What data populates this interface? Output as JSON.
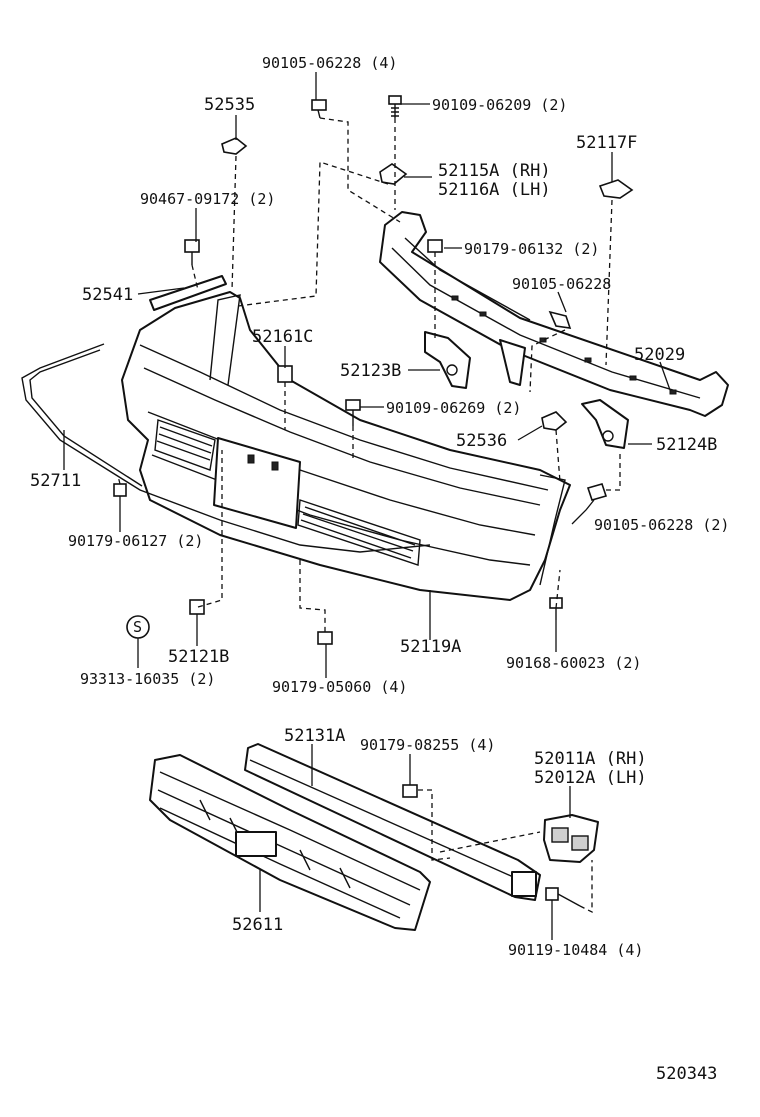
{
  "diagram": {
    "diagram_number": "520343",
    "labels": {
      "p_90105_06228_top": "90105-06228 (4)",
      "p_90109_06209": "90109-06209 (2)",
      "p_52535": "52535",
      "p_52115A": "52115A (RH)",
      "p_52116A": "52116A (LH)",
      "p_52117F": "52117F",
      "p_90467_09172": "90467-09172 (2)",
      "p_90179_06132": "90179-06132 (2)",
      "p_52541": "52541",
      "p_90105_06228_mid": "90105-06228",
      "p_52161C": "52161C",
      "p_52029": "52029",
      "p_52123B": "52123B",
      "p_90109_06269": "90109-06269 (2)",
      "p_52536": "52536",
      "p_52124B": "52124B",
      "p_52711": "52711",
      "p_90105_06228_right": "90105-06228 (2)",
      "p_90179_06127": "90179-06127 (2)",
      "p_s_mark": "S",
      "p_52121B": "52121B",
      "p_52119A": "52119A",
      "p_93313_16035": "93313-16035 (2)",
      "p_90179_05060": "90179-05060 (4)",
      "p_90168_60023": "90168-60023 (2)",
      "p_52131A": "52131A",
      "p_90179_08255": "90179-08255 (4)",
      "p_52011A": "52011A (RH)",
      "p_52012A": "52012A (LH)",
      "p_52611": "52611",
      "p_90119_10484": "90119-10484 (4)"
    }
  }
}
